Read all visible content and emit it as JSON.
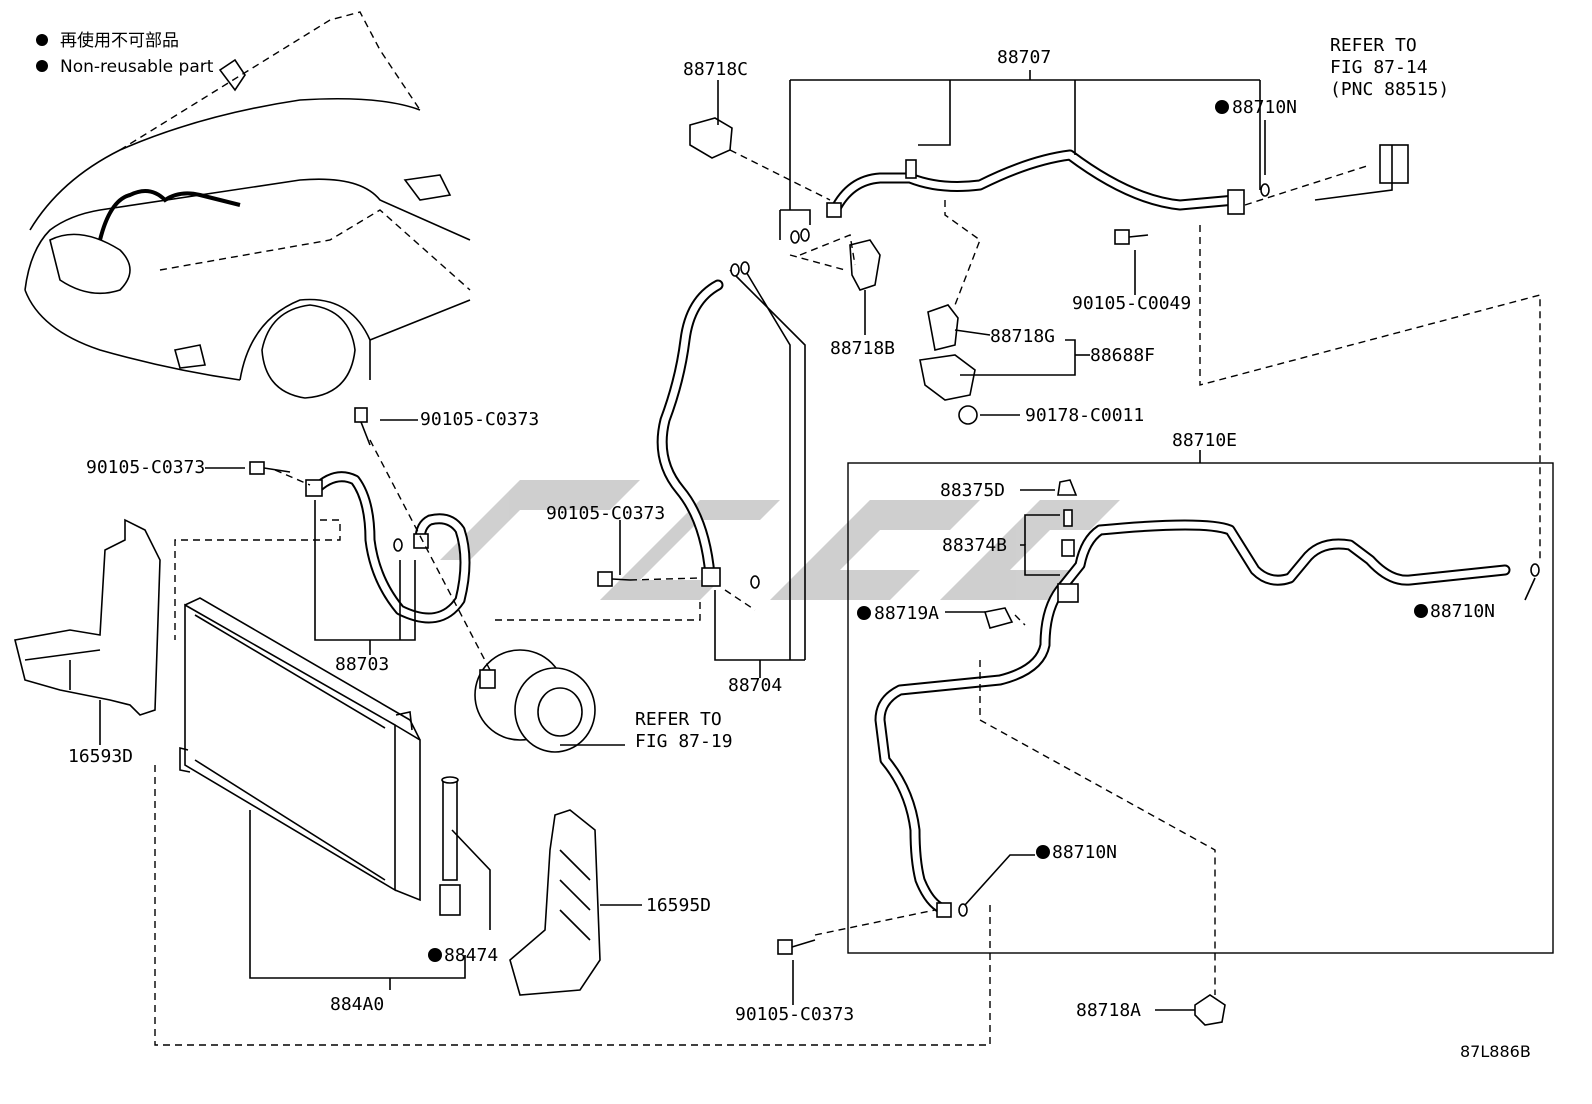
{
  "legend": {
    "japanese": "再使用不可部品",
    "english": "Non-reusable part"
  },
  "labels": {
    "p88718C": "88718C",
    "p88707": "88707",
    "refer1_line1": "REFER TO",
    "refer1_line2": "FIG 87-14",
    "refer1_line3": "(PNC 88515)",
    "p88710N_a": "88710N",
    "p90105_C0049": "90105-C0049",
    "p88718B": "88718B",
    "p88718G": "88718G",
    "p88688F": "88688F",
    "p90178_C0011": "90178-C0011",
    "p90105_C0373_a": "90105-C0373",
    "p90105_C0373_b": "90105-C0373",
    "p90105_C0373_c": "90105-C0373",
    "p90105_C0373_d": "90105-C0373",
    "p88710E": "88710E",
    "p88375D": "88375D",
    "p88374B": "88374B",
    "p88719A": "88719A",
    "p88710N_b": "88710N",
    "p88710N_c": "88710N",
    "p88703": "88703",
    "p88704": "88704",
    "p16593D": "16593D",
    "refer2_line1": "REFER TO",
    "refer2_line2": "FIG 87-19",
    "p16595D": "16595D",
    "p88474": "88474",
    "p884A0": "884A0",
    "p88718A": "88718A",
    "figure_code": "87L886B"
  }
}
